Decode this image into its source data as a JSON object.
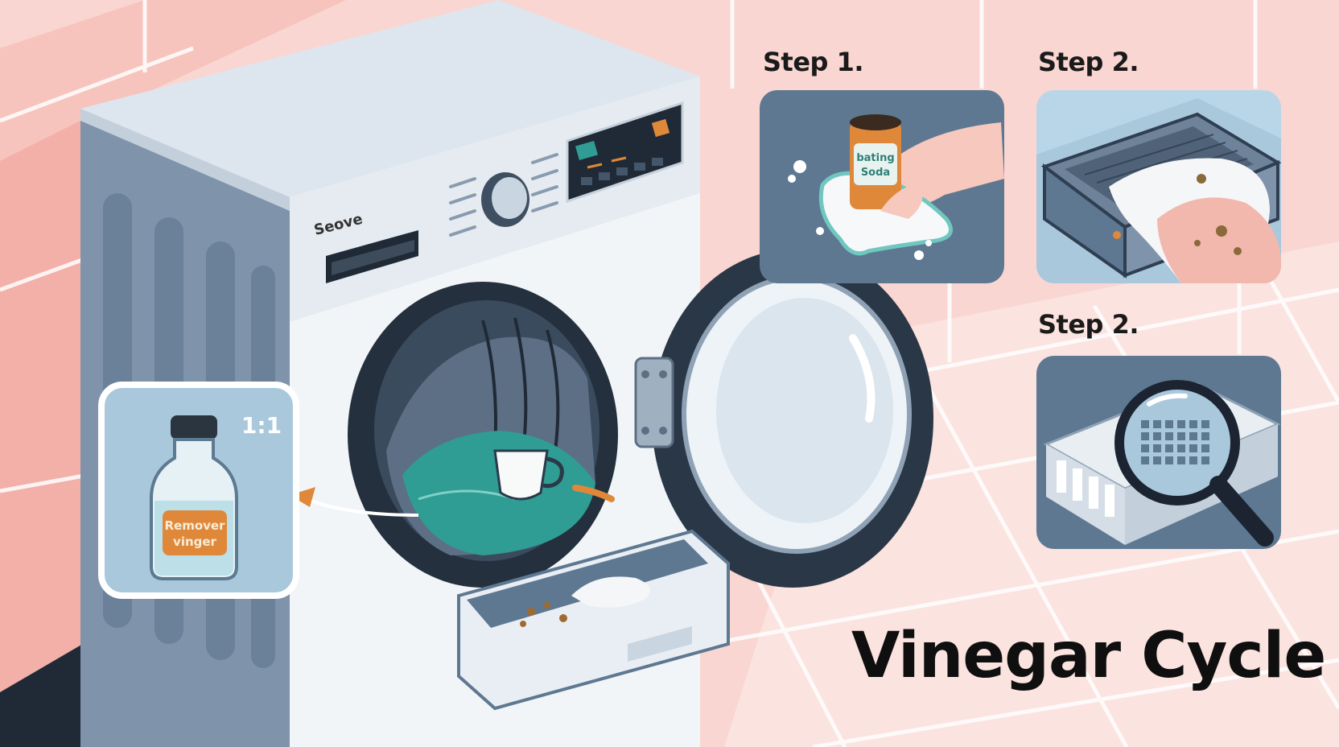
{
  "title": "Vinegar Cycle",
  "machine": {
    "brand": "Seove"
  },
  "vinegar_callout": {
    "ratio": "1:1",
    "bottle_label_line1": "Remover",
    "bottle_label_line2": "vinger"
  },
  "steps": [
    {
      "label": "Step 1.",
      "image_text_line1": "bating",
      "image_text_line2": "Soda"
    },
    {
      "label": "Step 2."
    },
    {
      "label": "Step 2."
    }
  ],
  "colors": {
    "wall": "#f9d6d1",
    "panel": "#5e7891",
    "accent_orange": "#e0883a",
    "accent_teal": "#2f9d93",
    "text_dark": "#111111"
  }
}
